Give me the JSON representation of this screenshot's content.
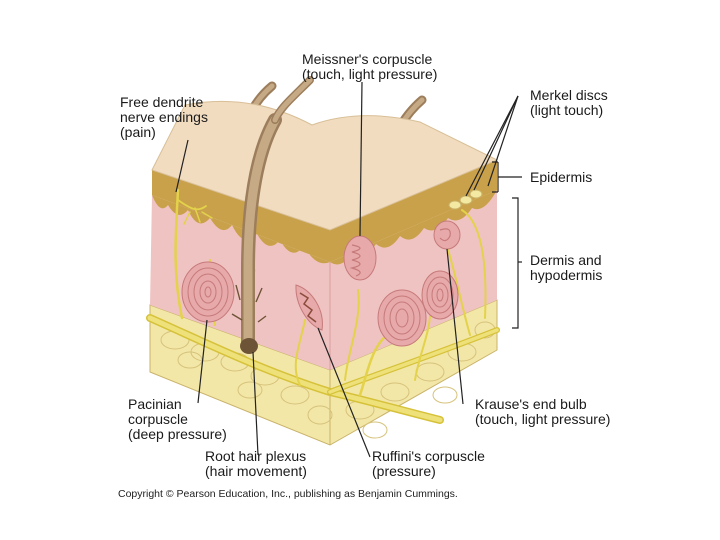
{
  "labels": {
    "meissner": {
      "name": "Meissner's corpuscle",
      "note": "(touch, light pressure)"
    },
    "free_dendrite": {
      "line1": "Free dendrite",
      "line2": "nerve endings",
      "line3": "(pain)"
    },
    "merkel": {
      "name": "Merkel discs",
      "note": "(light touch)"
    },
    "epidermis": {
      "name": "Epidermis"
    },
    "dermis": {
      "line1": "Dermis and",
      "line2": "hypodermis"
    },
    "pacinian": {
      "line1": "Pacinian",
      "line2": "corpuscle",
      "line3": "(deep pressure)"
    },
    "krause": {
      "name": "Krause's end bulb",
      "note": "(touch, light pressure)"
    },
    "root_hair": {
      "name": "Root hair plexus",
      "note": "(hair movement)"
    },
    "ruffini": {
      "name": "Ruffini's corpuscle",
      "note": "(pressure)"
    }
  },
  "copyright": "Copyright © Pearson Education, Inc., publishing as Benjamin Cummings.",
  "colors": {
    "epidermis_top": "#f1dcc0",
    "epidermis_layer": "#c9a14a",
    "dermis": "#f0c3c3",
    "hypodermis": "#f3e7a8",
    "nerve": "#e7d84a",
    "hair": "#b89a78",
    "corpuscle": "#e7a9a9"
  }
}
